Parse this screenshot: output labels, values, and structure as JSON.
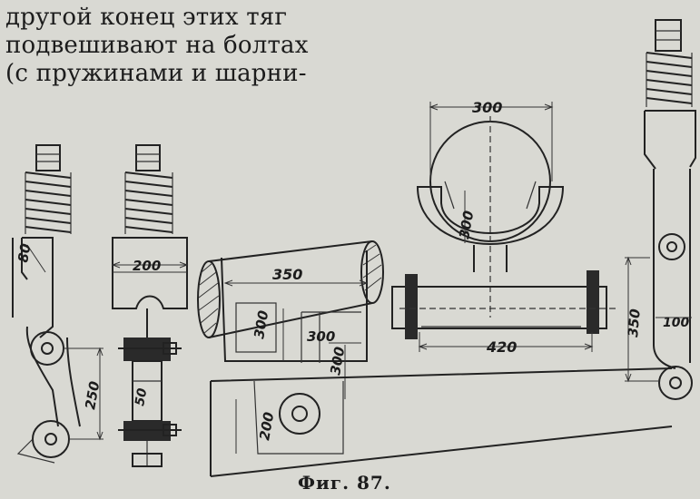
{
  "text": {
    "line1": "другой конец этих тяг",
    "line2": "подвешивают на болтах",
    "line3": "(с пружинами и шарни-"
  },
  "caption": "Фиг. 87.",
  "dimensions": {
    "d80": "80",
    "d250": "250",
    "d200_top": "200",
    "d50": "50",
    "d350_beam": "350",
    "d300_v": "300",
    "d300_h": "300",
    "d300_v2": "300",
    "d200_side": "200",
    "d300_top": "300",
    "d300_sphere": "300",
    "d420": "420",
    "d350_right": "350",
    "d100": "100"
  }
}
